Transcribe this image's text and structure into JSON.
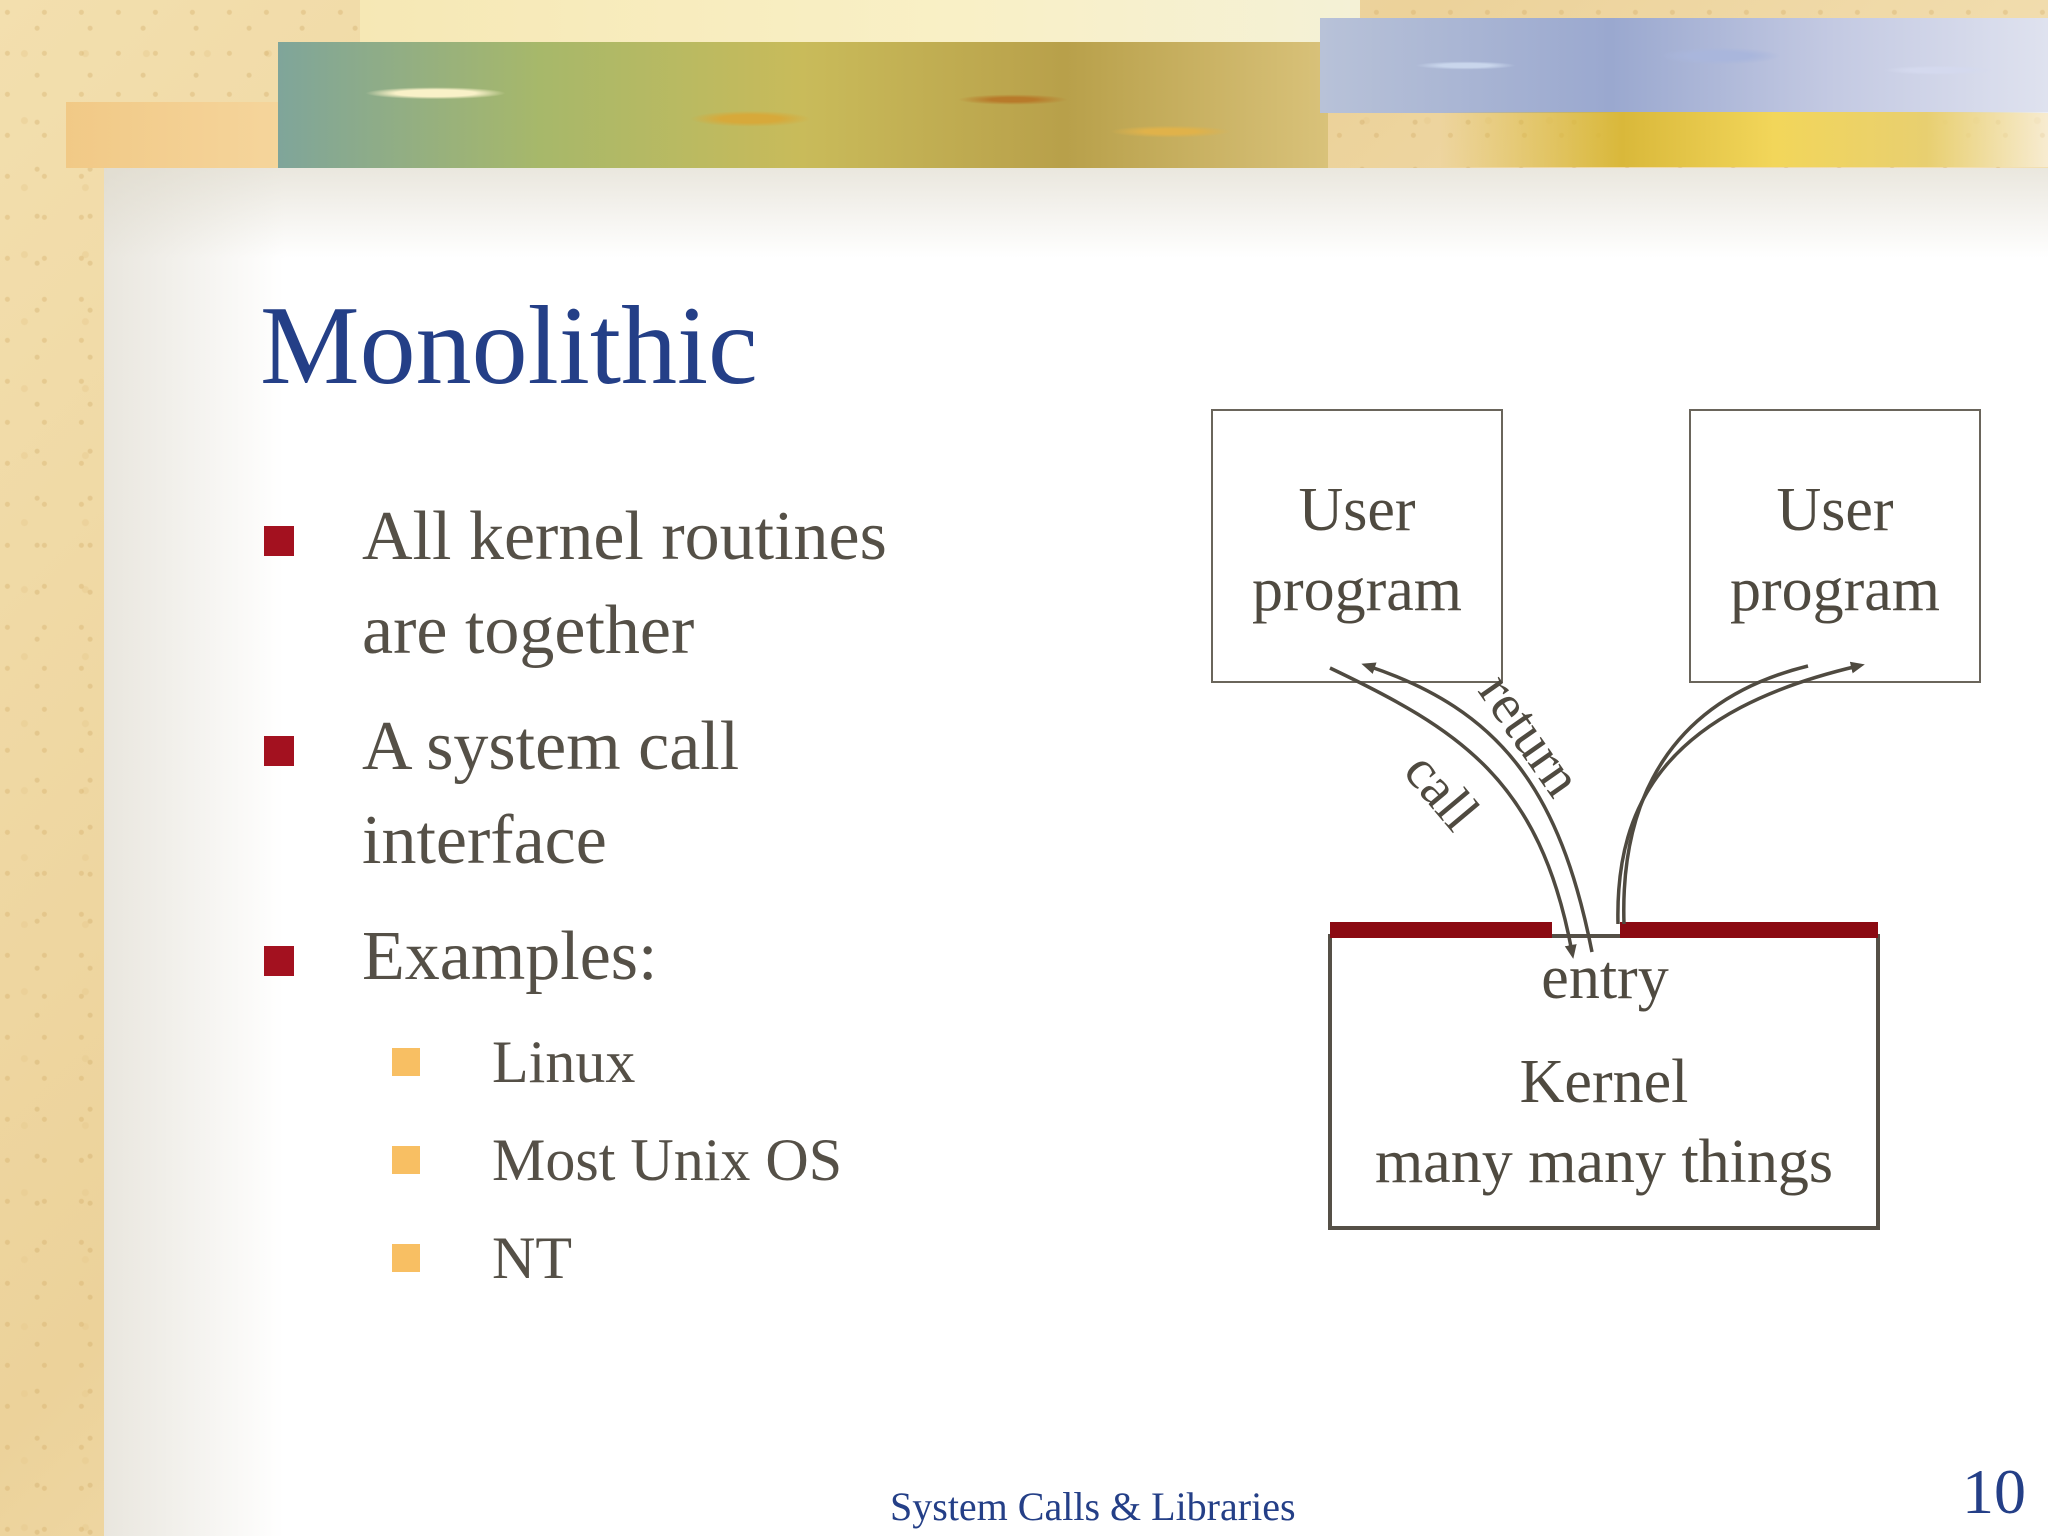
{
  "slide": {
    "title": "Monolithic",
    "bullets": [
      {
        "lines": [
          "All kernel routines",
          "are together"
        ]
      },
      {
        "lines": [
          "A system call",
          "interface"
        ]
      },
      {
        "lines": [
          "Examples:"
        ]
      }
    ],
    "sub_bullets": [
      "Linux",
      "Most Unix OS",
      "NT"
    ],
    "footer": "System Calls & Libraries",
    "page_number": "10"
  },
  "diagram": {
    "user_box_left": {
      "line1": "User",
      "line2": "program"
    },
    "user_box_right": {
      "line1": "User",
      "line2": "program"
    },
    "call_label": "call",
    "return_label": "return",
    "entry_label": "entry",
    "kernel_line1": "Kernel",
    "kernel_line2": "many many things"
  },
  "colors": {
    "title": "#243f87",
    "bullet_square": "#a3111f",
    "sub_square": "#f8bf63",
    "text": "#555047",
    "kernel_bar": "#8b0a12"
  }
}
